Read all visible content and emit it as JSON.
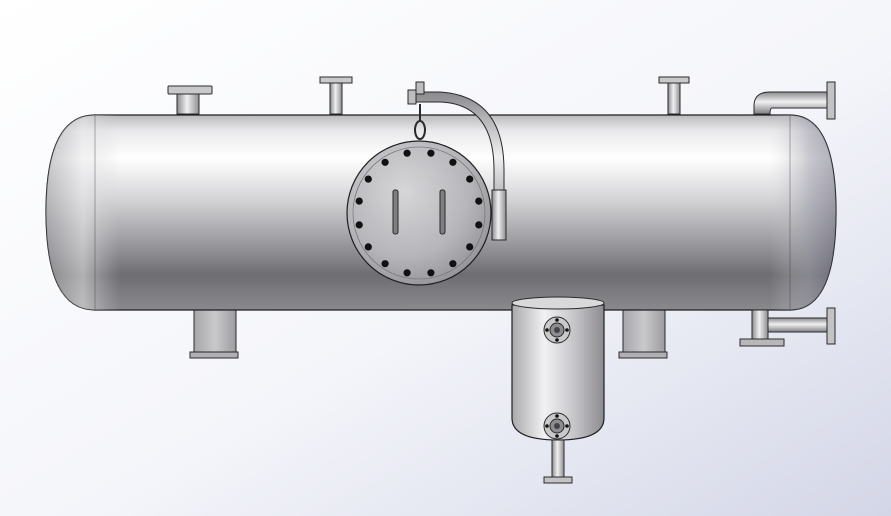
{
  "scene": {
    "subject": "horizontal-pressure-vessel",
    "view": "front-elevation",
    "style": "cad-render-shaded",
    "colors": {
      "background_top": "#d5d8e8",
      "background_bottom": "#ffffff",
      "metal_light": "#f4f4f6",
      "metal_mid": "#b8b8bc",
      "metal_dark": "#5e5e62",
      "outline": "#2a2a2a",
      "bolt_hole": "#111111"
    },
    "components": {
      "manway_bolt_count": 16,
      "top_nozzle_count": 4,
      "saddle_support_count": 2,
      "boot_nozzle_count": 2
    }
  }
}
